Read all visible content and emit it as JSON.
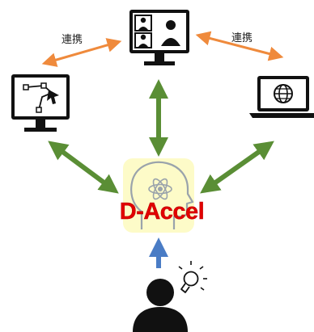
{
  "labels": {
    "left_link": "連携",
    "right_link": "連携"
  },
  "hub": {
    "title": "D-Accel"
  },
  "icons": {
    "top": "video-conference-monitor-icon",
    "left": "vector-design-monitor-icon",
    "right": "web-globe-laptop-icon",
    "hub": "brain-atom-head-icon",
    "user": "person-icon",
    "idea": "lightbulb-idea-icon"
  },
  "colors": {
    "link_arrow": "#ef8a3c",
    "main_arrow": "#5a8e35",
    "user_arrow": "#4a7cc5",
    "hub_bg": "#fdfbc8",
    "hub_title": "#e10000",
    "icon": "#111111",
    "hub_icon": "#9aa3ab"
  }
}
